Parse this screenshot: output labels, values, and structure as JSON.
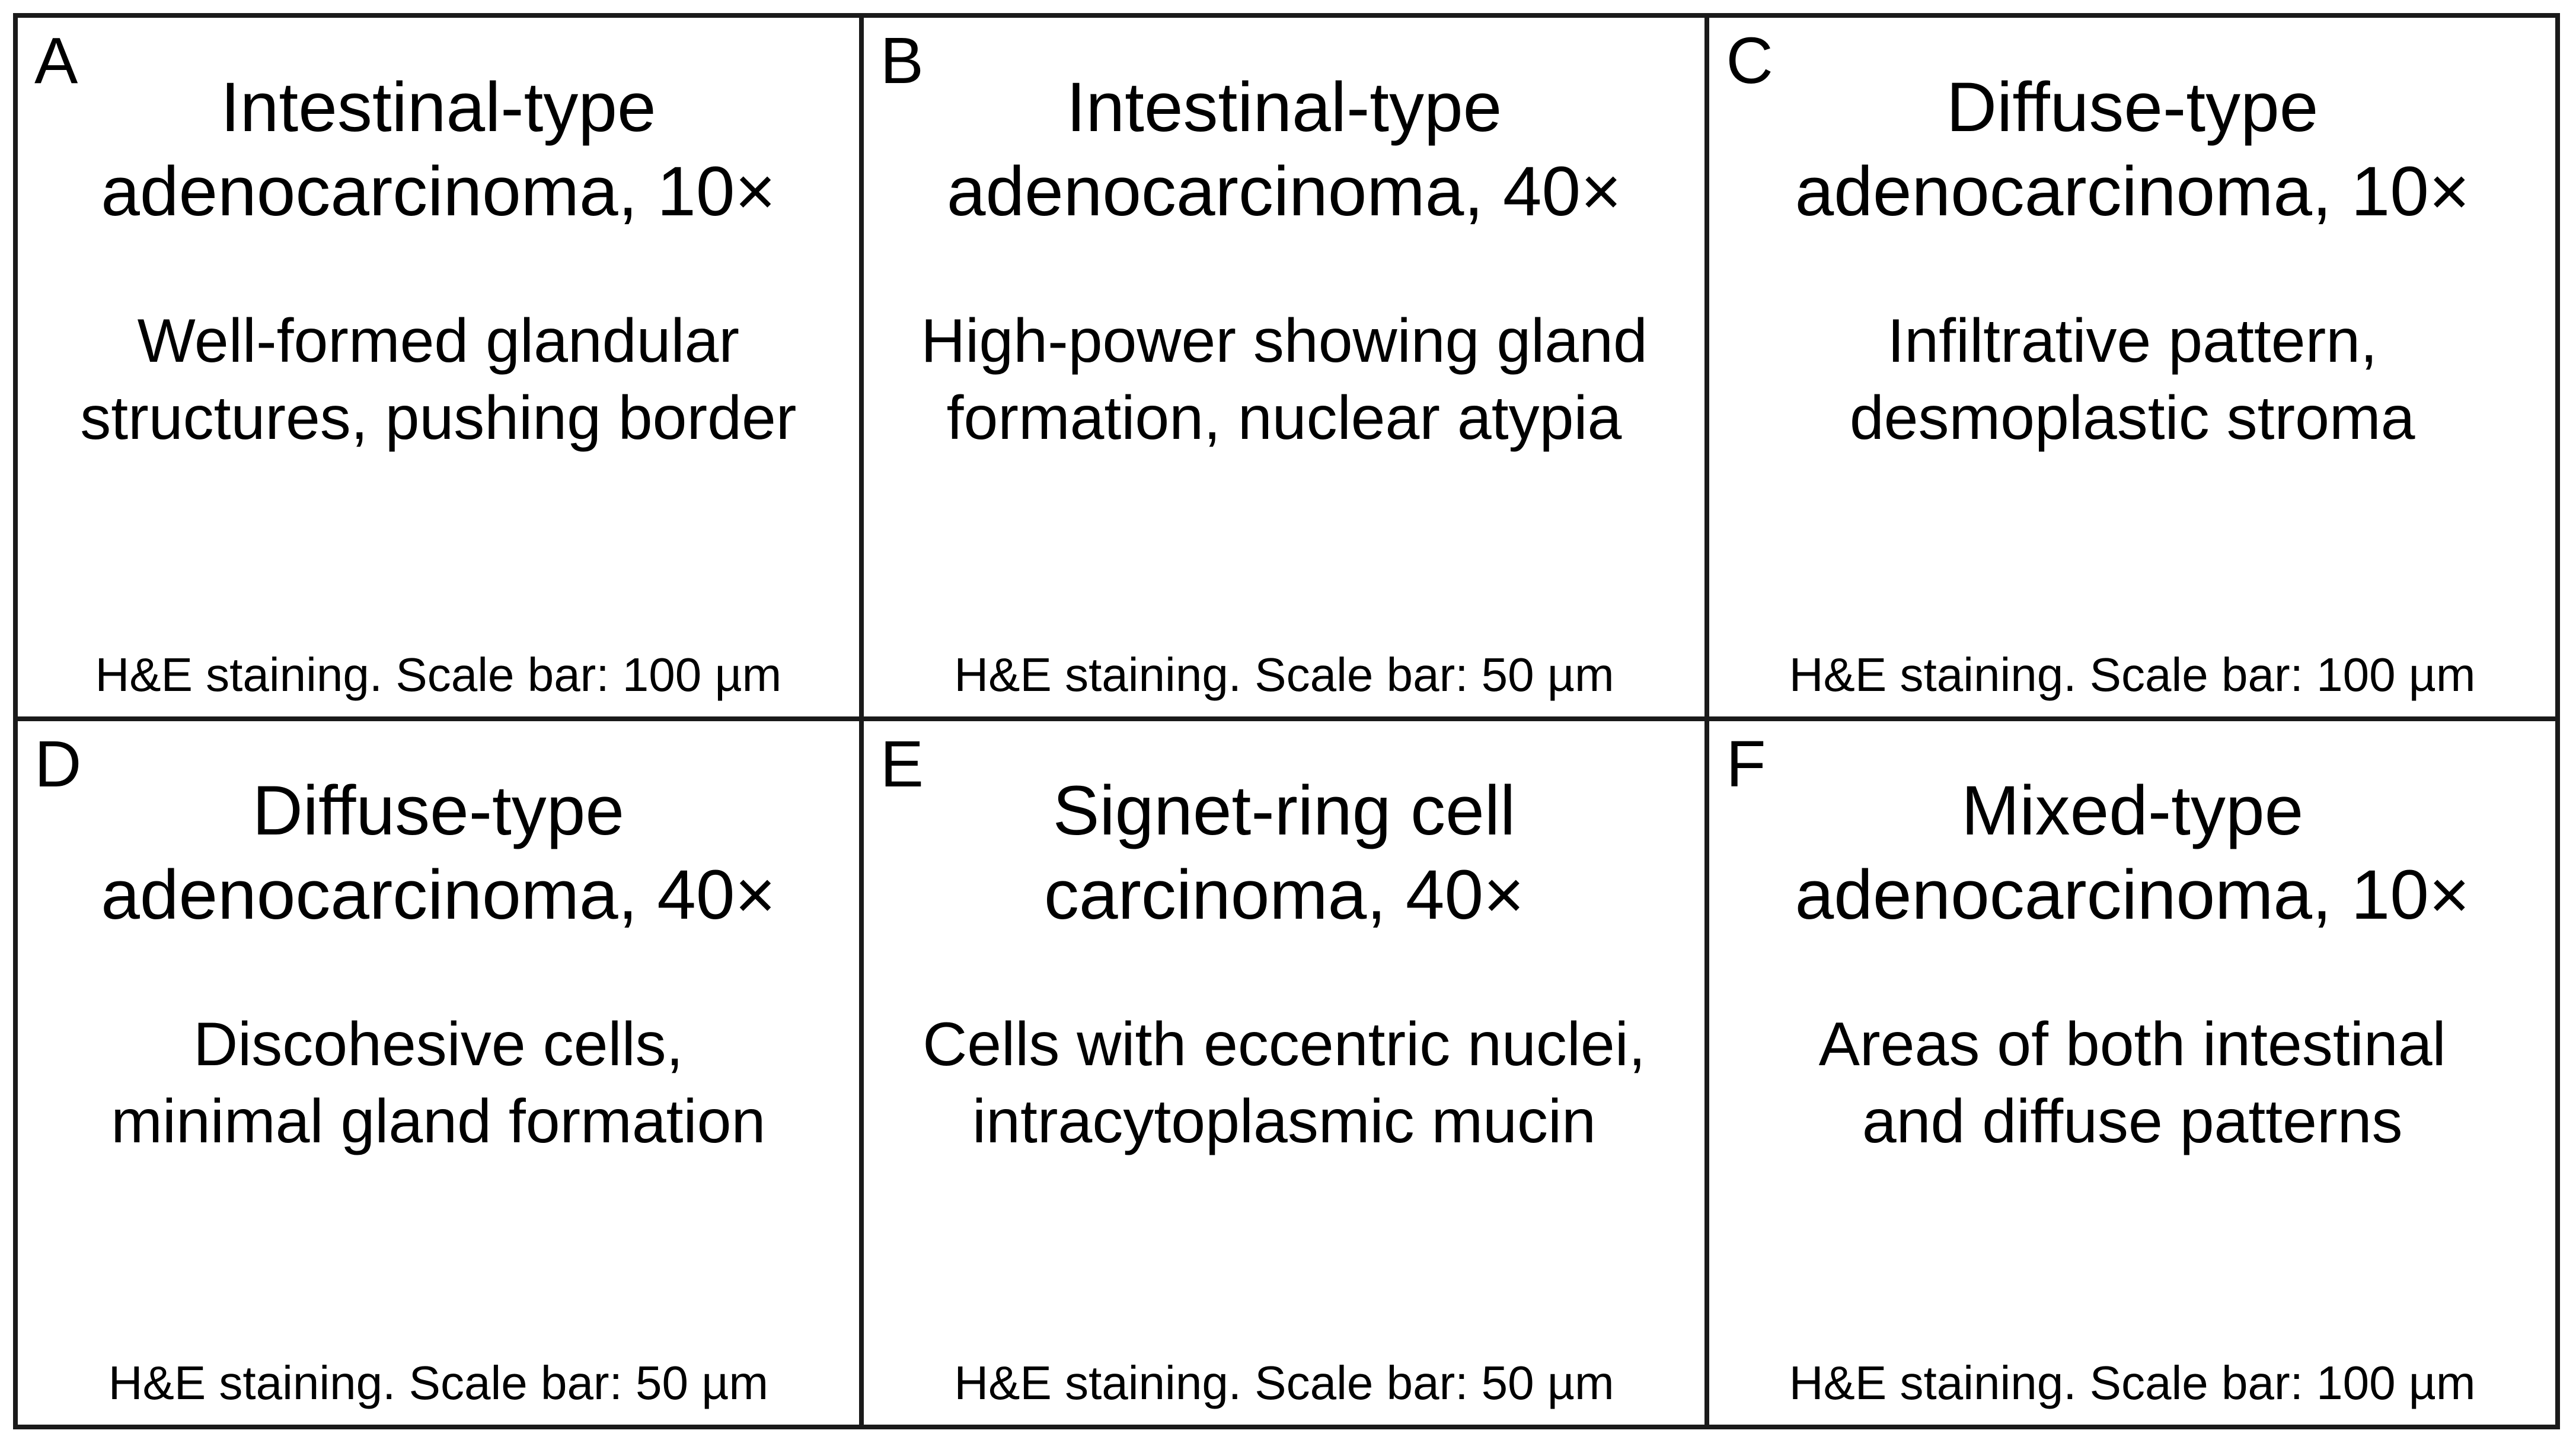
{
  "panels": [
    {
      "letter": "A",
      "title_line1": "Intestinal-type",
      "title_line2": "adenocarcinoma, 10×",
      "desc_line1": "Well-formed glandular",
      "desc_line2": "structures, pushing border",
      "footer": "H&E staining. Scale bar: 100 µm"
    },
    {
      "letter": "B",
      "title_line1": "Intestinal-type",
      "title_line2": "adenocarcinoma, 40×",
      "desc_line1": "High-power showing gland",
      "desc_line2": "formation, nuclear atypia",
      "footer": "H&E staining. Scale bar: 50 µm"
    },
    {
      "letter": "C",
      "title_line1": "Diffuse-type",
      "title_line2": "adenocarcinoma, 10×",
      "desc_line1": "Infiltrative pattern,",
      "desc_line2": "desmoplastic stroma",
      "footer": "H&E staining. Scale bar: 100 µm"
    },
    {
      "letter": "D",
      "title_line1": "Diffuse-type",
      "title_line2": "adenocarcinoma, 40×",
      "desc_line1": "Discohesive cells,",
      "desc_line2": "minimal gland formation",
      "footer": "H&E staining. Scale bar: 50 µm"
    },
    {
      "letter": "E",
      "title_line1": "Signet-ring cell",
      "title_line2": "carcinoma, 40×",
      "desc_line1": "Cells with eccentric nuclei,",
      "desc_line2": "intracytoplasmic mucin",
      "footer": "H&E staining. Scale bar: 50 µm"
    },
    {
      "letter": "F",
      "title_line1": "Mixed-type",
      "title_line2": "adenocarcinoma, 10×",
      "desc_line1": "Areas of both intestinal",
      "desc_line2": "and diffuse patterns",
      "footer": "H&E staining. Scale bar: 100 µm"
    }
  ]
}
